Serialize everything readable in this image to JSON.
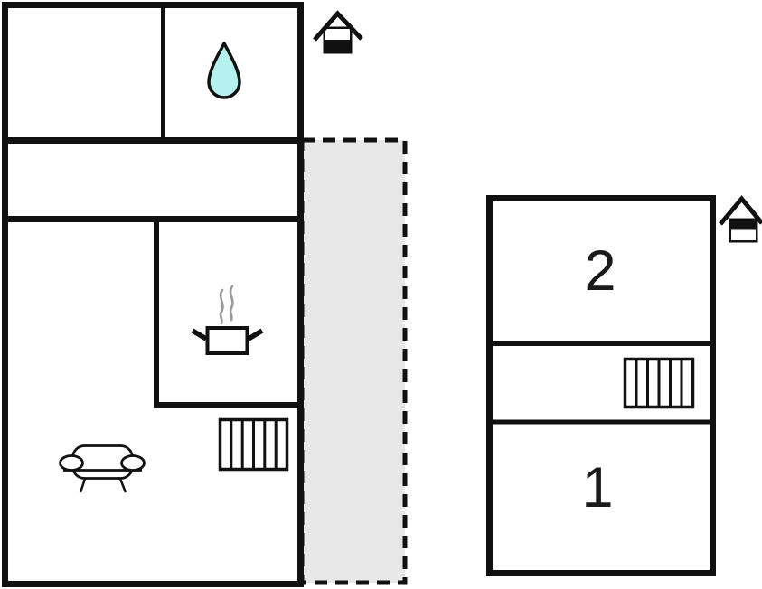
{
  "page": {
    "type": "floor-plan",
    "background": "#ffffff"
  },
  "colors": {
    "wall": "#111111",
    "water_drop_fill": "#b5f1ee",
    "terrace_fill": "#e8e8e8",
    "steam": "#999999",
    "label": "#1a1a1a"
  },
  "floor_plan": {
    "ground_floor": {
      "indicator_icon": "house-with-lower-storey-filled",
      "icons": [
        "water-drop",
        "cooking-pot-with-steam",
        "radiator",
        "sofa"
      ],
      "outdoor_area": "dashed-terrace"
    },
    "upper_floor": {
      "indicator_icon": "house-with-upper-storey-filled",
      "rooms": [
        {
          "label": "2"
        },
        {
          "label": "1"
        }
      ],
      "icons": [
        "radiator"
      ]
    }
  }
}
